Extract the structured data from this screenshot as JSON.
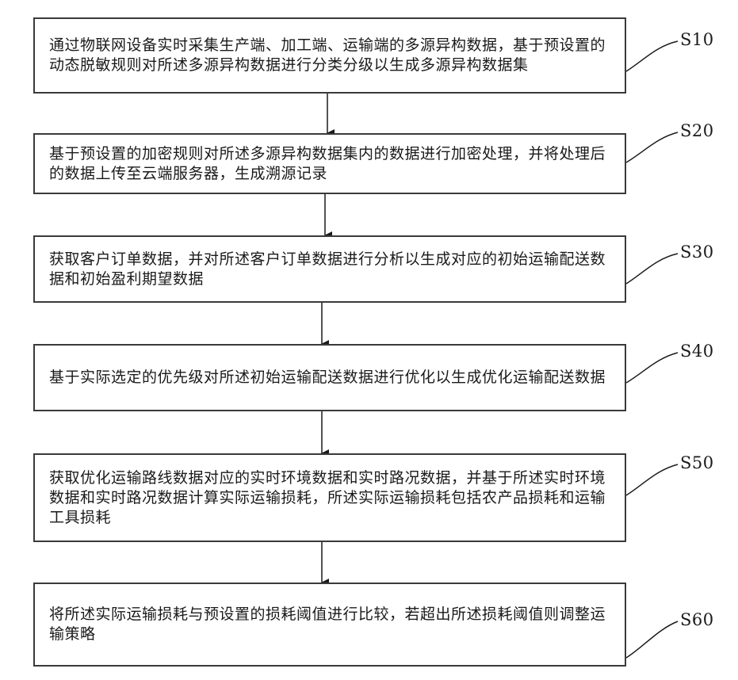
{
  "steps": [
    {
      "id": "S10",
      "text": "通过物联网设备实时采集生产端、加工端、运输端的多源异构数据，基于预设置的动态脱敏规则对所述多源异构数据进行分类分级以生成多源异构数据集"
    },
    {
      "id": "S20",
      "text": "基于预设置的加密规则对所述多源异构数据集内的数据进行加密处理，并将处理后的数据上传至云端服务器，生成溯源记录"
    },
    {
      "id": "S30",
      "text": "获取客户订单数据，并对所述客户订单数据进行分析以生成对应的初始运输配送数据和初始盈利期望数据"
    },
    {
      "id": "S40",
      "text": "基于实际选定的优先级对所述初始运输配送数据进行优化以生成优化运输配送数据"
    },
    {
      "id": "S50",
      "text": "获取优化运输路线数据对应的实时环境数据和实时路况数据，并基于所述实时环境数据和实时路况数据计算实际运输损耗，所述实际运输损耗包括农产品损耗和运输工具损耗"
    },
    {
      "id": "S60",
      "text": "将所述实际运输损耗与预设置的损耗阈值进行比较，若超出所述损耗阈值则调整运输策略"
    }
  ]
}
